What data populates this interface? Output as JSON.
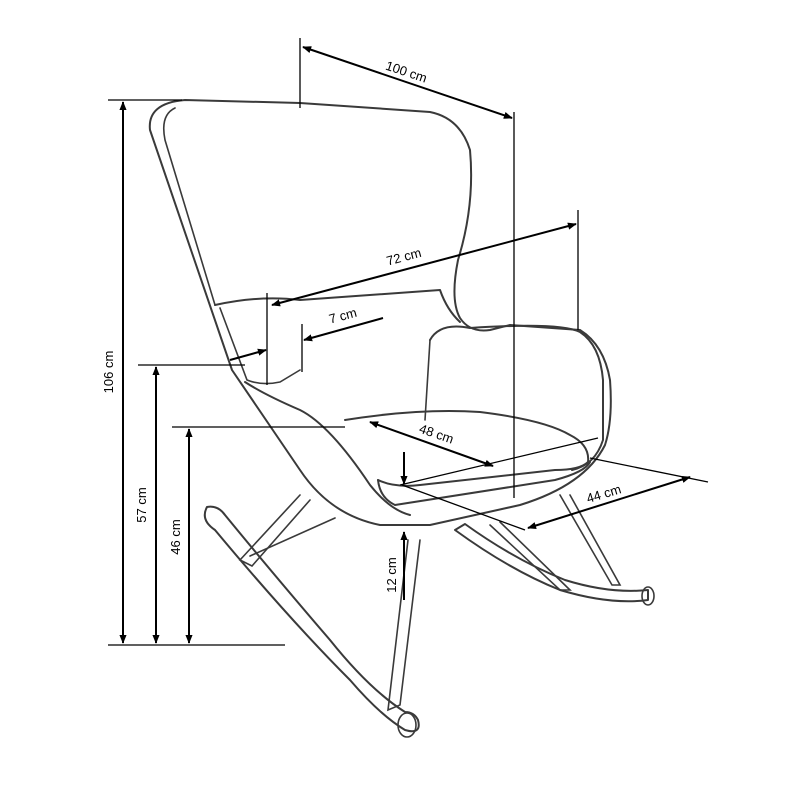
{
  "diagram": {
    "dimensions": {
      "width_total": "100 cm",
      "width_back": "72 cm",
      "armrest": "7 cm",
      "seat_depth": "48 cm",
      "seat_width": "44 cm",
      "height_total": "106 cm",
      "arm_height": "57 cm",
      "seat_height": "46 cm",
      "cushion": "12 cm"
    }
  }
}
